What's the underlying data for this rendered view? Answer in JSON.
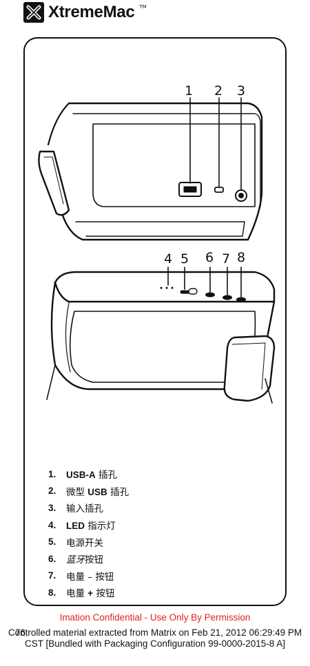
{
  "brand": {
    "name": "XtremeMac",
    "tm": "TM"
  },
  "callouts_top": [
    "1",
    "2",
    "3"
  ],
  "callouts_bottom": [
    "4",
    "5",
    "6",
    "7",
    "8"
  ],
  "legend": [
    {
      "num": "1.",
      "bold": "USB-A",
      "text": " 插孔"
    },
    {
      "num": "2.",
      "text_pre": "微型 ",
      "bold": "USB",
      "text": " 插孔"
    },
    {
      "num": "3.",
      "text": "输入插孔"
    },
    {
      "num": "4.",
      "bold": "LED",
      "text": " 指示灯"
    },
    {
      "num": "5.",
      "text": "电源开关"
    },
    {
      "num": "6.",
      "italic": "蓝牙",
      "text": "按钮"
    },
    {
      "num": "7.",
      "text": "电量 – 按钮"
    },
    {
      "num": "8.",
      "text_pre": "电量 ",
      "bold": "+",
      "text": " 按钮"
    }
  ],
  "confidential": "Imation Confidential - Use Only By Permission",
  "page_number": "76",
  "footer_text": "Controlled material extracted from Matrix on Feb 21, 2012 06:29:49 PM CST [Bundled with Packaging Configuration 99-0000-2015-8 A]"
}
